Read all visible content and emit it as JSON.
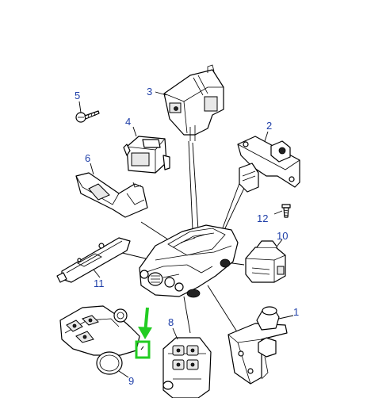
{
  "labels": {
    "part_1": "1",
    "part_2": "2",
    "part_3": "3",
    "part_4": "4",
    "part_5": "5",
    "part_6": "6",
    "part_8": "8",
    "part_9": "9",
    "part_10": "10",
    "part_11": "11",
    "part_12": "12"
  },
  "colors": {
    "label_blue": "#1f3fa8",
    "highlight_green": "#22cc22"
  }
}
